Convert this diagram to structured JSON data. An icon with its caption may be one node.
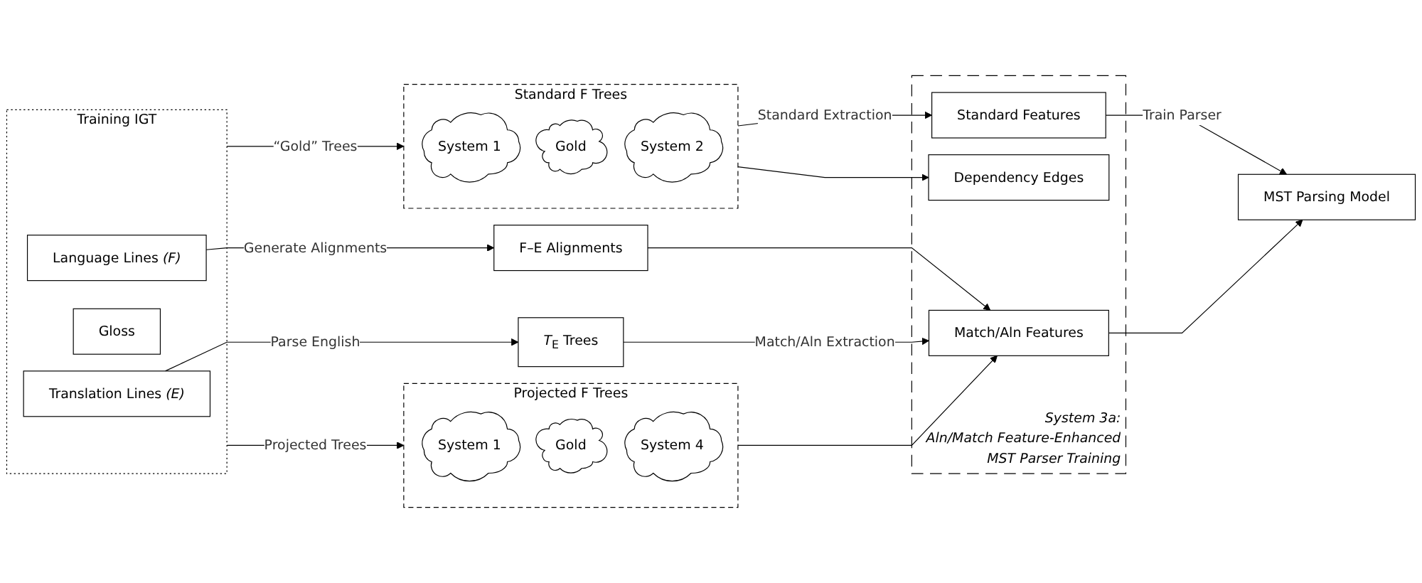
{
  "diagram": {
    "nodes": [
      {
        "text": [
          "Training IGT"
        ]
      },
      {
        "text": [
          "Language Lines *(F)*"
        ],
        "in": 0
      },
      {
        "text": [
          "Gloss"
        ],
        "in": 0
      },
      {
        "text": [
          "Translation Lines *(E)*"
        ],
        "in": 0
      },
      {
        "text": [
          "Standard F Trees"
        ]
      },
      {
        "text": [
          "System 1"
        ],
        "in": 4
      },
      {
        "text": [
          "Gold"
        ],
        "in": 4
      },
      {
        "text": [
          "System 2"
        ],
        "in": 4
      },
      {
        "text": [
          "F–E Alignments"
        ]
      },
      {
        "text": [
          "*T*$_{E}$ Trees"
        ]
      },
      {
        "text": [
          "Projected F Trees"
        ]
      },
      {
        "text": [
          "System 1"
        ],
        "in": 10
      },
      {
        "text": [
          "Gold"
        ],
        "in": 10
      },
      {
        "text": [
          "System 4"
        ],
        "in": 10
      },
      {
        "text": [
          "System 3a:",
          "Aln/Match Feature-Enhanced MST Parser Training"
        ]
      },
      {
        "text": [
          "Standard Features"
        ],
        "in": 14
      },
      {
        "text": [
          "Dependency Edges"
        ],
        "in": 14
      },
      {
        "text": [
          "Match/Aln Features"
        ],
        "in": 14
      },
      {
        "text": [
          "MST Parsing Model"
        ]
      }
    ],
    "edges": [
      {
        "from": 0,
        "to": 4,
        "label": "“Gold” Trees",
        "arrow": "to"
      },
      {
        "from": 1,
        "to": 8,
        "label": "Generate Alignments",
        "arrow": "to"
      },
      {
        "from": 3,
        "to": 9,
        "label": "Parse English",
        "arrow": "to"
      },
      {
        "from": 0,
        "to": 10,
        "label": "Projected Trees",
        "arrow": "to"
      },
      {
        "from": 4,
        "to": 15,
        "label": "Standard Extraction",
        "arrow": "to"
      },
      {
        "from": 4,
        "to": 16,
        "arrow": "to"
      },
      {
        "from": 8,
        "to": 17,
        "arrow": "to"
      },
      {
        "from": 9,
        "to": 17,
        "label": "Match/Aln Extraction",
        "arrow": "to"
      },
      {
        "from": 10,
        "to": 17,
        "arrow": "to"
      },
      {
        "from": 15,
        "to": 18,
        "label": "Train Parser",
        "arrow": "to"
      },
      {
        "from": 17,
        "to": 18,
        "arrow": "to"
      }
    ]
  }
}
